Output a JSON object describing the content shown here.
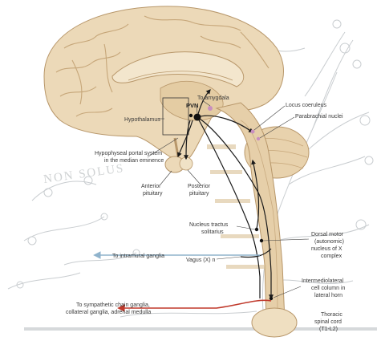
{
  "labels": {
    "to_amygdala": "To amygdala",
    "pvn": "PVN",
    "hypothalamus": "Hypothalamus",
    "locus_coeruleus": "Locus coeruleus",
    "parabrachial_nuclei": "Parabrachial nuclei",
    "portal_line1": "Hypophyseal portal system",
    "portal_line2": "in the median eminence",
    "anterior_line1": "Anterior",
    "anterior_line2": "pituitary",
    "posterior_line1": "Posterior",
    "posterior_line2": "pituitary",
    "nts_line1": "Nucleus tractus",
    "nts_line2": "solitarius",
    "dmv_line1": "Dorsal motor",
    "dmv_line2": "(autonomic)",
    "dmv_line3": "nucleus of X",
    "dmv_line4": "complex",
    "intramural": "To intramural ganglia",
    "vagus": "Vagus (X) n",
    "iml_line1": "Intermediolateral",
    "iml_line2": "cell column in",
    "iml_line3": "lateral horn",
    "symp_line1": "To sympathetic chain ganglia,",
    "symp_line2": "collateral ganglia, adrenal medulla",
    "thoracic_line1": "Thoracic",
    "thoracic_line2": "spinal cord",
    "thoracic_line3": "(T1-L2)",
    "motto": "NON SOLUS"
  },
  "colors": {
    "brain": "#ecd9b8",
    "brain_shade": "#d9bf95",
    "brain_line": "#b8976a",
    "pathway": "#1a1a1a",
    "vagus_arrow": "#8fb3cc",
    "sympathetic_arrow": "#c0392b",
    "nucleus_pink": "#c88fc0",
    "tree": "#c9cdd0"
  },
  "icons": {
    "pvn_nucleus": "filled-circle",
    "brainstem_nuclei": "small-dots"
  }
}
